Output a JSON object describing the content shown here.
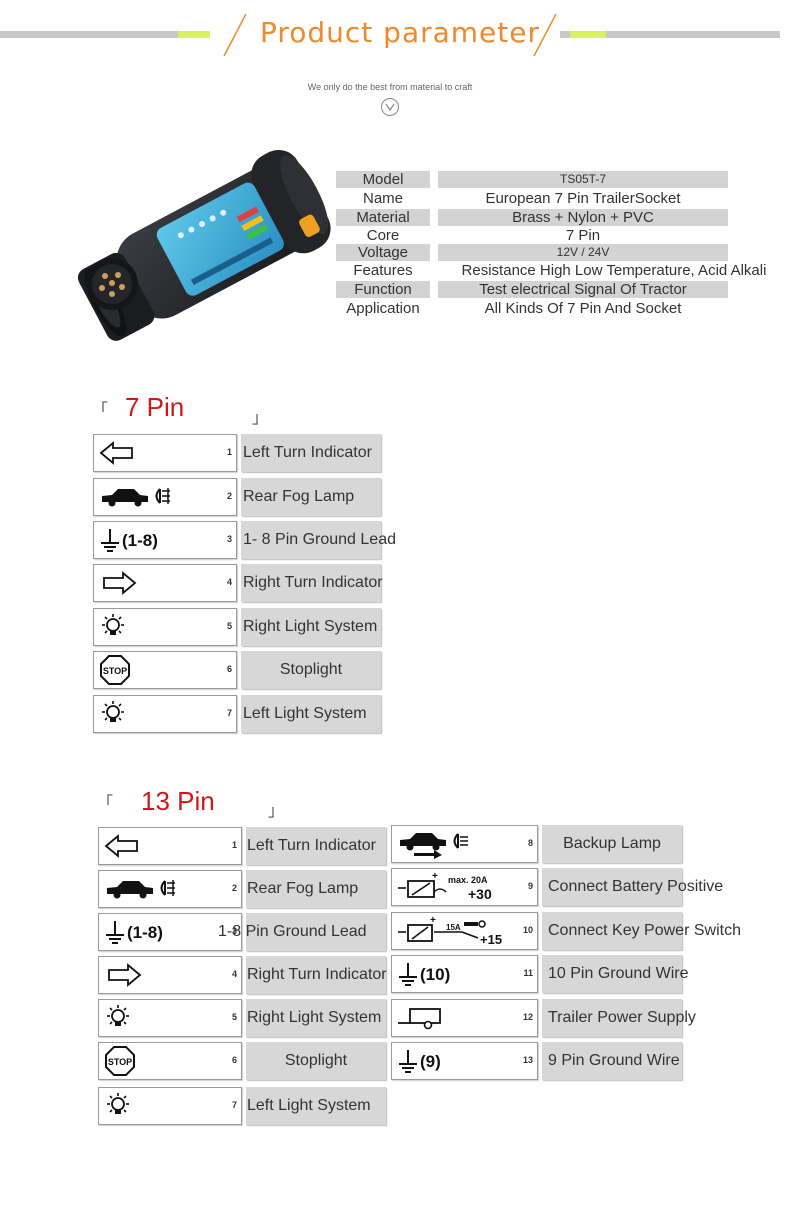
{
  "header": {
    "title": "Product parameter",
    "subtitle": "We only do the best from material to craft",
    "accent_color": "#ef8a2c",
    "stripe_color": "#c8c8c8",
    "stripe_accent_color": "#d9ef6a"
  },
  "specs": [
    {
      "label": "Model",
      "value": "TS05T-7"
    },
    {
      "label": "Name",
      "value": "European 7 Pin TrailerSocket"
    },
    {
      "label": "Material",
      "value": "Brass + Nylon + PVC"
    },
    {
      "label": "Core",
      "value": "7 Pin"
    },
    {
      "label": "Voltage",
      "value": "12V / 24V"
    },
    {
      "label": "Features",
      "value": "Resistance High Low Temperature, Acid Alkali"
    },
    {
      "label": "Function",
      "value": "Test electrical Signal Of Tractor"
    },
    {
      "label": "Application",
      "value": "All Kinds Of 7 Pin And Socket"
    }
  ],
  "pin7": {
    "title": "7 Pin",
    "rows": [
      {
        "num": "1",
        "icon": "left-arrow-icon",
        "desc": "Left Turn Indicator"
      },
      {
        "num": "2",
        "icon": "fog-car-icon",
        "desc": "Rear Fog Lamp"
      },
      {
        "num": "3",
        "icon": "ground-icon",
        "icon_text": "(1-8)",
        "desc": "1- 8 Pin Ground Lead"
      },
      {
        "num": "4",
        "icon": "right-arrow-icon",
        "desc": "Right Turn Indicator"
      },
      {
        "num": "5",
        "icon": "bulb-icon",
        "desc": "Right Light System"
      },
      {
        "num": "6",
        "icon": "stop-icon",
        "icon_text": "STOP",
        "desc": "Stoplight"
      },
      {
        "num": "7",
        "icon": "bulb-icon",
        "desc": "Left Light System"
      }
    ]
  },
  "pin13": {
    "title": "13 Pin",
    "left_rows": [
      {
        "num": "1",
        "icon": "left-arrow-icon",
        "desc": "Left Turn Indicator"
      },
      {
        "num": "2",
        "icon": "fog-car-icon",
        "desc": "Rear Fog Lamp"
      },
      {
        "num": "3",
        "icon": "ground-icon",
        "icon_text": "(1-8)",
        "desc": "1-8 Pin Ground Lead"
      },
      {
        "num": "4",
        "icon": "right-arrow-icon",
        "desc": "Right Turn Indicator"
      },
      {
        "num": "5",
        "icon": "bulb-icon",
        "desc": "Right Light System"
      },
      {
        "num": "6",
        "icon": "stop-icon",
        "icon_text": "STOP",
        "desc": "Stoplight"
      },
      {
        "num": "7",
        "icon": "bulb-icon",
        "desc": "Left Light System"
      }
    ],
    "right_rows": [
      {
        "num": "8",
        "icon": "reverse-car-icon",
        "desc": "Backup Lamp"
      },
      {
        "num": "9",
        "icon": "battery-icon",
        "icon_text": "max. 20A",
        "icon_text2": "+30",
        "desc": "Connect Battery Positive"
      },
      {
        "num": "10",
        "icon": "key-battery-icon",
        "icon_text": "15A",
        "icon_text2": "+15",
        "desc": "Connect Key Power Switch"
      },
      {
        "num": "11",
        "icon": "ground-icon",
        "icon_text": "(10)",
        "desc": "10 Pin Ground Wire"
      },
      {
        "num": "12",
        "icon": "trailer-icon",
        "desc": "Trailer Power Supply"
      },
      {
        "num": "13",
        "icon": "ground-icon",
        "icon_text": "(9)",
        "desc": "9 Pin Ground Wire"
      }
    ]
  }
}
